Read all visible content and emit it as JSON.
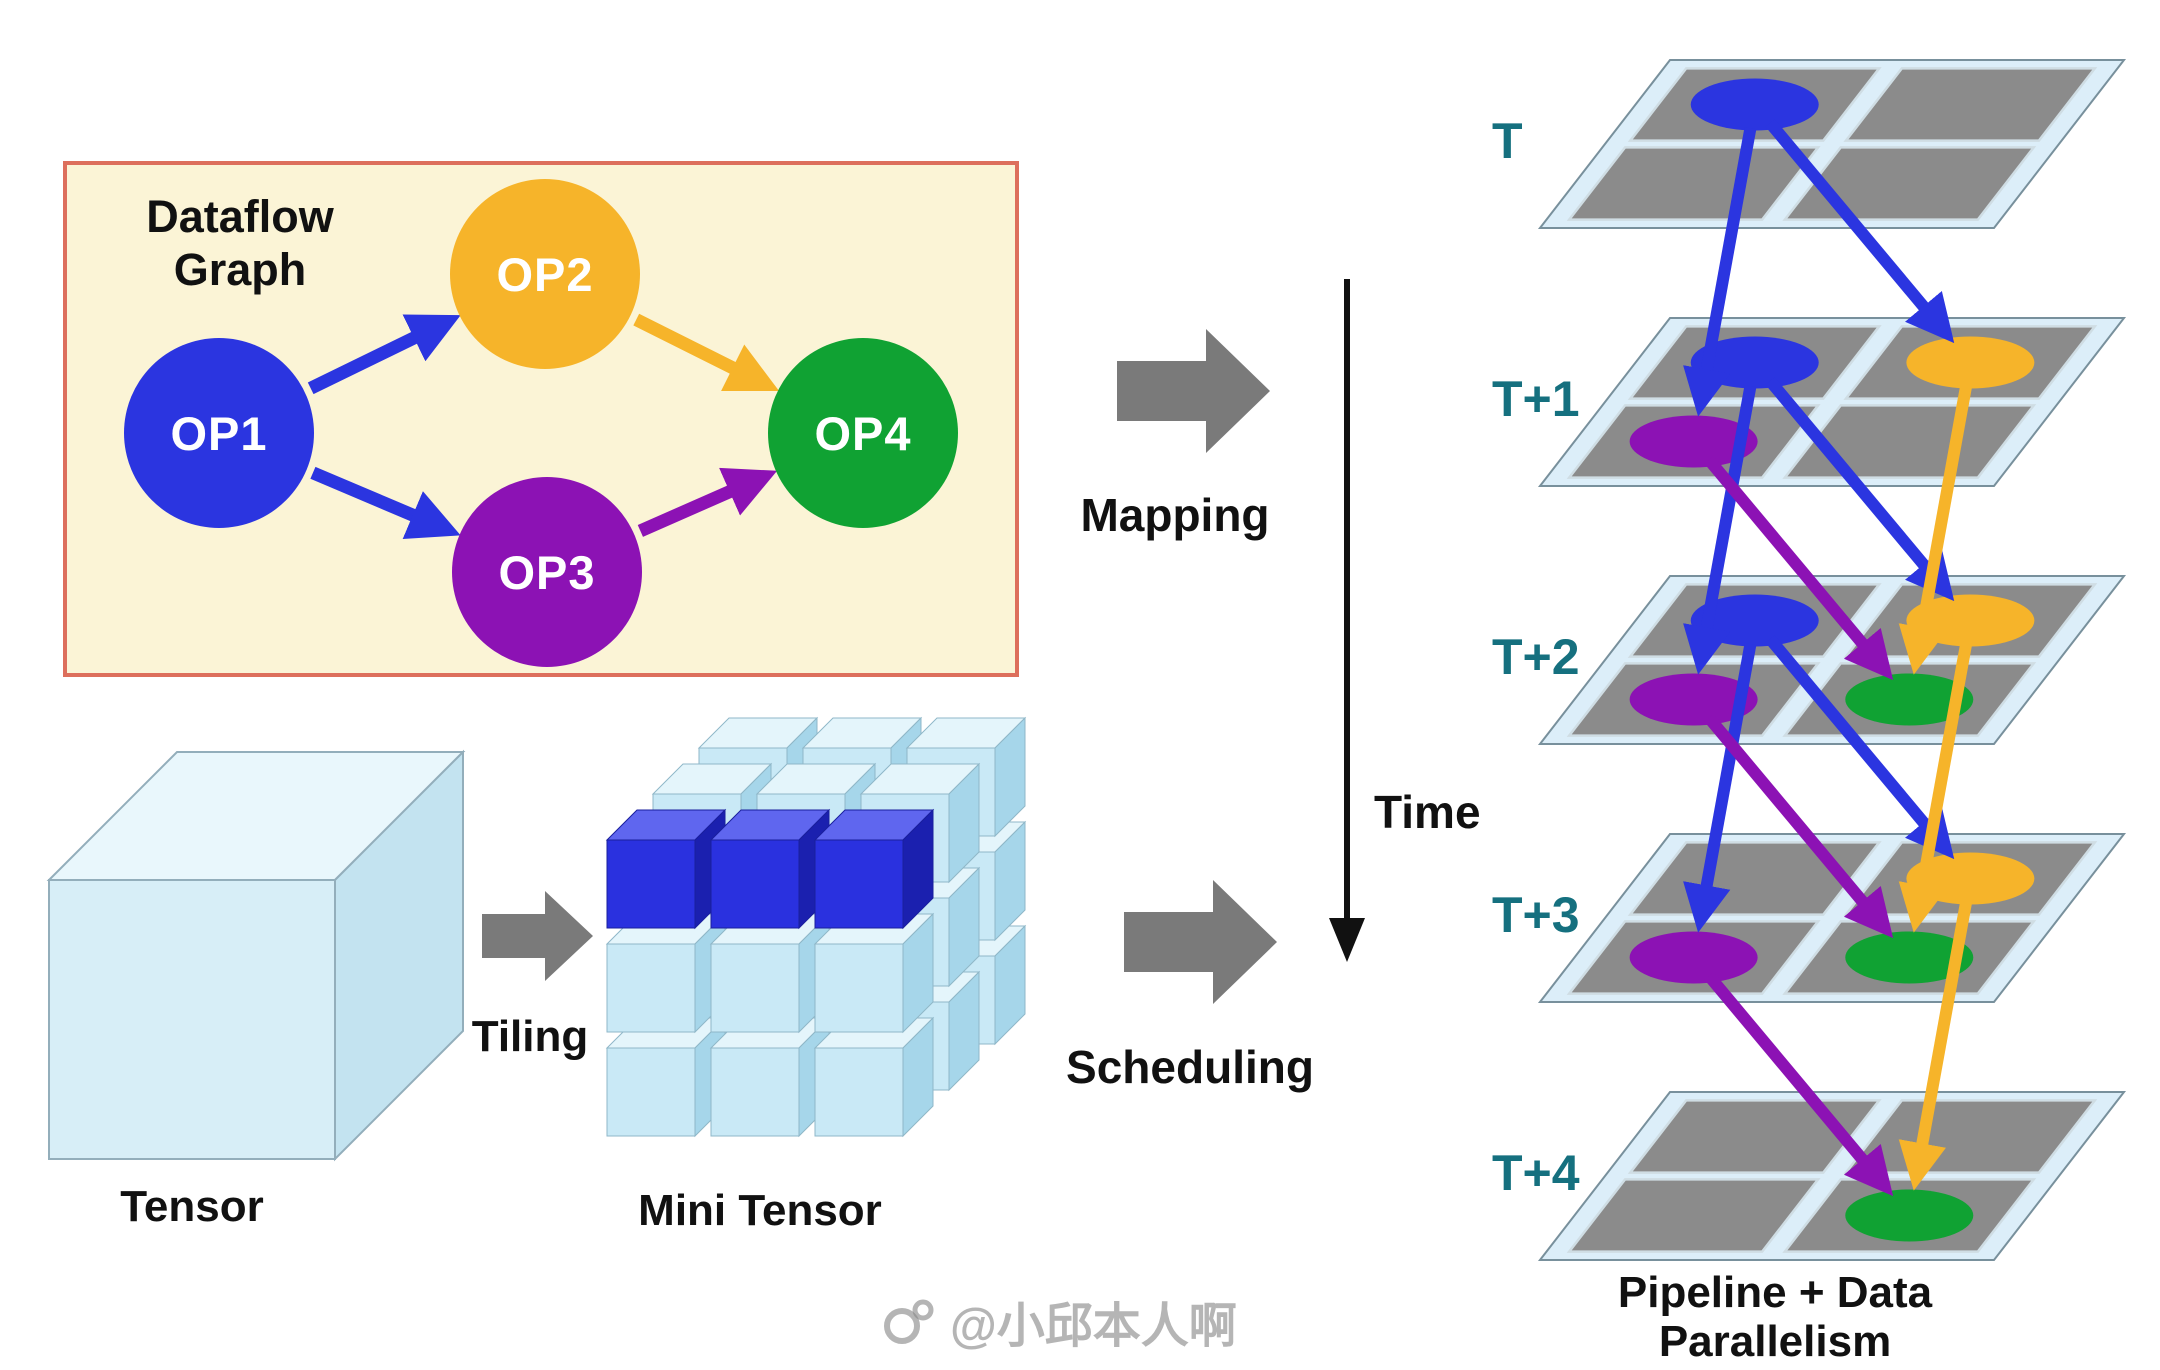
{
  "colors": {
    "blue": "#2B35E0",
    "orange": "#F6B42A",
    "purple": "#8C12B4",
    "green": "#10A233",
    "arrow_gray": "#7A7A7A",
    "label_teal": "#15707F",
    "panel_bg": "#FBF4D6",
    "panel_border": "#DD6F5C",
    "plane_fill": "#DCEEF9",
    "tile_gray": "#8B8B8B",
    "tensor_light": "#C9E9F6",
    "tensor_blue": "#2A31DF"
  },
  "dataflow": {
    "title_line1": "Dataflow",
    "title_line2": "Graph",
    "nodes": [
      {
        "label": "OP1",
        "color": "blue"
      },
      {
        "label": "OP2",
        "color": "orange"
      },
      {
        "label": "OP3",
        "color": "purple"
      },
      {
        "label": "OP4",
        "color": "green"
      }
    ],
    "edges": [
      {
        "from": "OP1",
        "to": "OP2",
        "color": "blue"
      },
      {
        "from": "OP1",
        "to": "OP3",
        "color": "blue"
      },
      {
        "from": "OP2",
        "to": "OP4",
        "color": "orange"
      },
      {
        "from": "OP3",
        "to": "OP4",
        "color": "purple"
      }
    ]
  },
  "tiling_section": {
    "tensor_label": "Tensor",
    "arrow_label": "Tiling",
    "mini_tensor_label": "Mini Tensor"
  },
  "transforms": {
    "mapping_label": "Mapping",
    "scheduling_label": "Scheduling",
    "time_label": "Time"
  },
  "stack": {
    "layers": [
      {
        "label": "T",
        "nodes": [
          {
            "op": "OP1",
            "color": "blue",
            "tile": "back-left"
          }
        ]
      },
      {
        "label": "T+1",
        "nodes": [
          {
            "op": "OP1",
            "color": "blue",
            "tile": "back-left"
          },
          {
            "op": "OP2",
            "color": "orange",
            "tile": "back-right"
          },
          {
            "op": "OP3",
            "color": "purple",
            "tile": "front-left"
          }
        ]
      },
      {
        "label": "T+2",
        "nodes": [
          {
            "op": "OP1",
            "color": "blue",
            "tile": "back-left"
          },
          {
            "op": "OP2",
            "color": "orange",
            "tile": "back-right"
          },
          {
            "op": "OP3",
            "color": "purple",
            "tile": "front-left"
          },
          {
            "op": "OP4",
            "color": "green",
            "tile": "front-right"
          }
        ]
      },
      {
        "label": "T+3",
        "nodes": [
          {
            "op": "OP2",
            "color": "orange",
            "tile": "back-right"
          },
          {
            "op": "OP3",
            "color": "purple",
            "tile": "front-left"
          },
          {
            "op": "OP4",
            "color": "green",
            "tile": "front-right"
          }
        ]
      },
      {
        "label": "T+4",
        "nodes": [
          {
            "op": "OP4",
            "color": "green",
            "tile": "front-right"
          }
        ]
      }
    ],
    "edges": [
      {
        "from": [
          0,
          "OP1"
        ],
        "to": [
          1,
          "OP3"
        ],
        "color": "blue"
      },
      {
        "from": [
          0,
          "OP1"
        ],
        "to": [
          1,
          "OP2"
        ],
        "color": "blue"
      },
      {
        "from": [
          1,
          "OP1"
        ],
        "to": [
          2,
          "OP3"
        ],
        "color": "blue"
      },
      {
        "from": [
          1,
          "OP1"
        ],
        "to": [
          2,
          "OP2"
        ],
        "color": "blue"
      },
      {
        "from": [
          2,
          "OP1"
        ],
        "to": [
          3,
          "OP3"
        ],
        "color": "blue"
      },
      {
        "from": [
          2,
          "OP1"
        ],
        "to": [
          3,
          "OP2"
        ],
        "color": "blue"
      },
      {
        "from": [
          1,
          "OP2"
        ],
        "to": [
          2,
          "OP4"
        ],
        "color": "orange"
      },
      {
        "from": [
          2,
          "OP2"
        ],
        "to": [
          3,
          "OP4"
        ],
        "color": "orange"
      },
      {
        "from": [
          3,
          "OP2"
        ],
        "to": [
          4,
          "OP4"
        ],
        "color": "orange"
      },
      {
        "from": [
          1,
          "OP3"
        ],
        "to": [
          2,
          "OP4"
        ],
        "color": "purple"
      },
      {
        "from": [
          2,
          "OP3"
        ],
        "to": [
          3,
          "OP4"
        ],
        "color": "purple"
      },
      {
        "from": [
          3,
          "OP3"
        ],
        "to": [
          4,
          "OP4"
        ],
        "color": "purple"
      }
    ],
    "caption_line1": "Pipeline + Data",
    "caption_line2": "Parallelism"
  },
  "watermark": {
    "text": "@小邱本人啊"
  }
}
